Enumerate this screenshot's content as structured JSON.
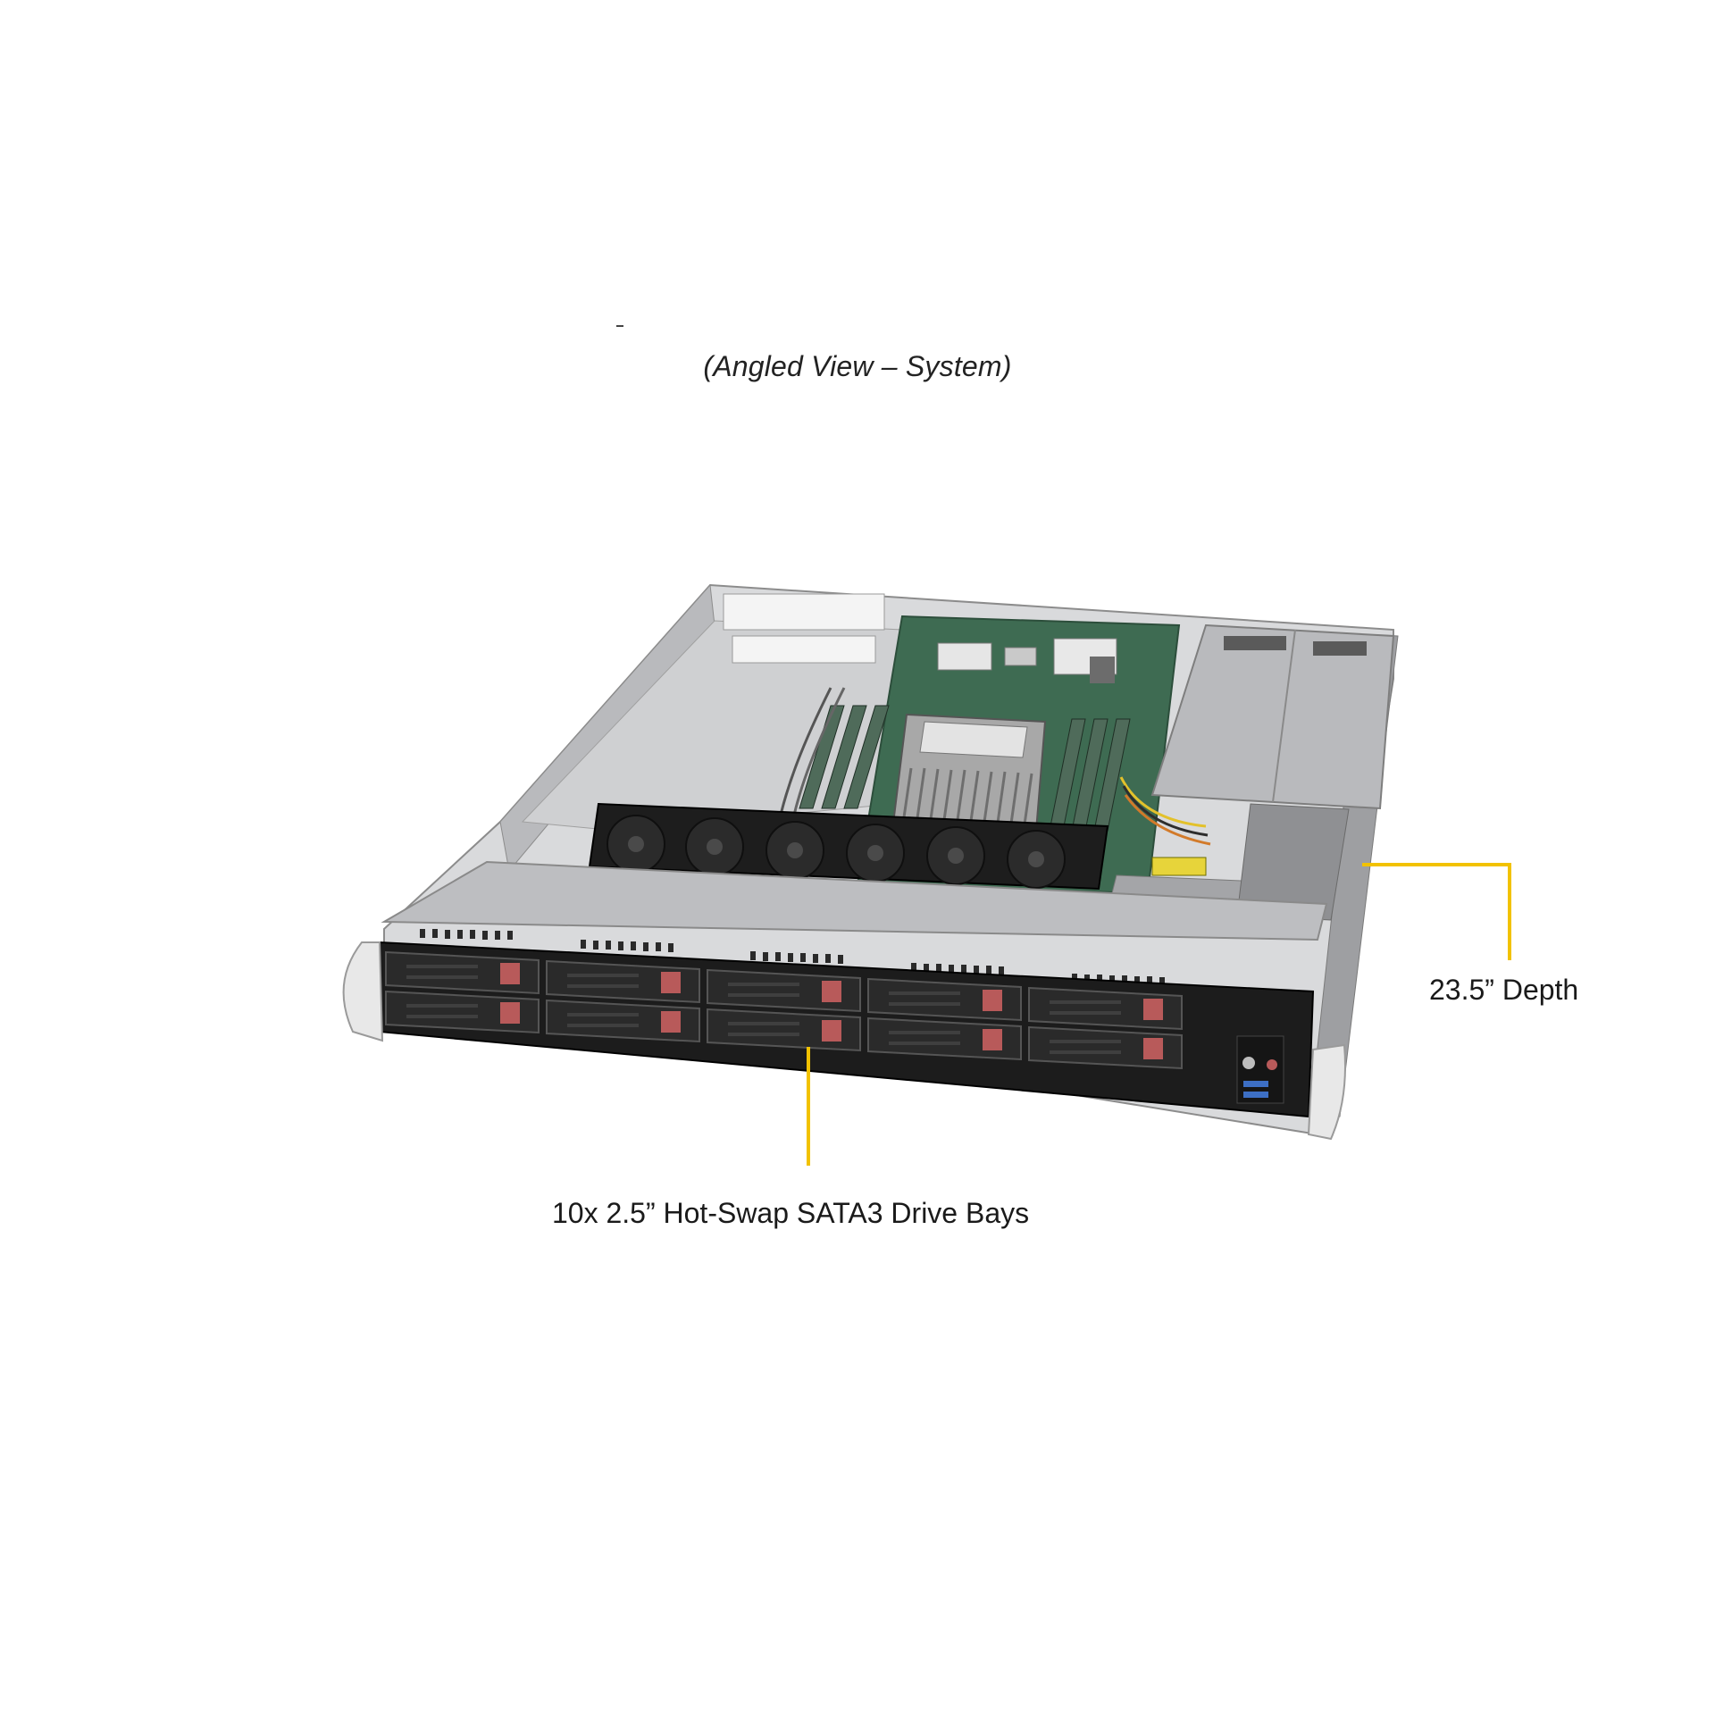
{
  "caption": "(Angled View – System)",
  "callouts": {
    "depth": "23.5” Depth",
    "drive_bays": "10x 2.5” Hot-Swap SATA3 Drive Bays"
  },
  "colors": {
    "callout_line": "#f2c200",
    "drive_latch": "#b85a5a",
    "chassis": "#9a9a9a",
    "front_panel": "#1c1c1c",
    "motherboard": "#3e6b52"
  }
}
